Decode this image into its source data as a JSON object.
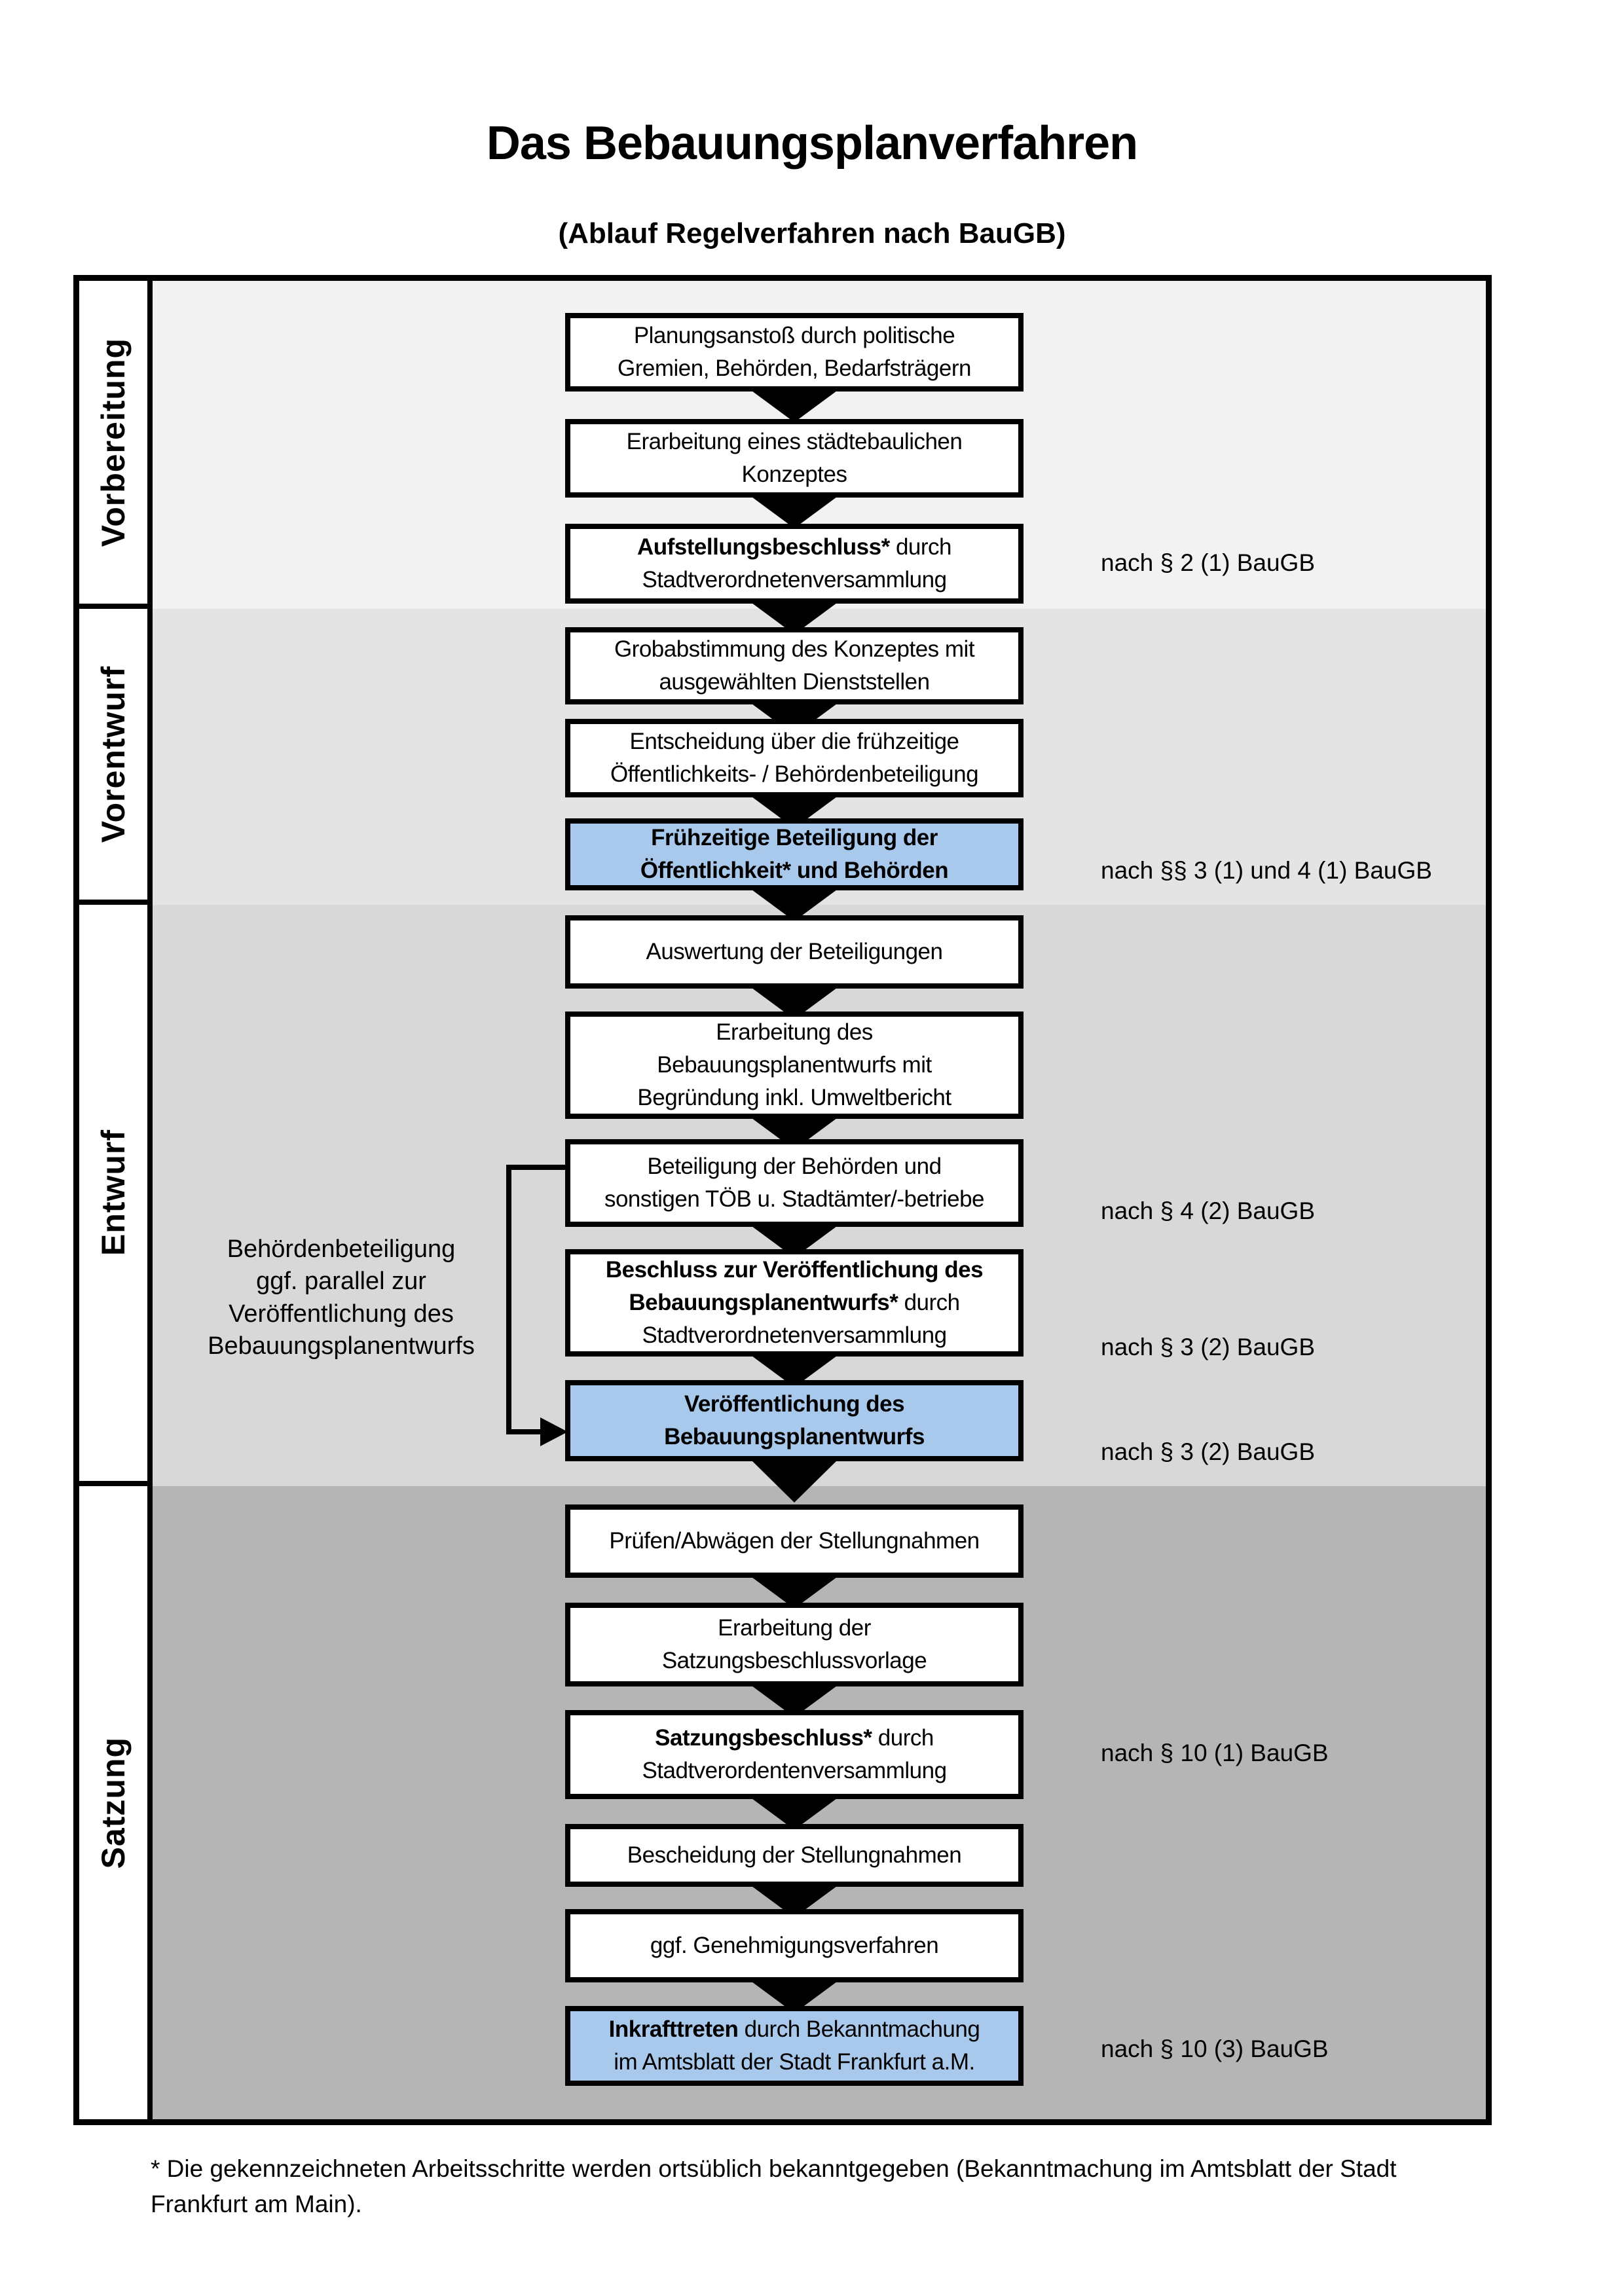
{
  "title": "Das Bebauungsplanverfahren",
  "subtitle": "(Ablauf Regelverfahren nach BauGB)",
  "phases": [
    {
      "label": "Vorbereitung"
    },
    {
      "label": "Vorentwurf"
    },
    {
      "label": "Entwurf"
    },
    {
      "label": "Satzung"
    }
  ],
  "boxes": [
    {
      "bold": "",
      "rest": "Planungsanstoß durch politische\nGremien, Behörden, Bedarfsträgern",
      "style": "white",
      "phase": "Vorbereitung"
    },
    {
      "bold": "",
      "rest": "Erarbeitung eines städtebaulichen\nKonzeptes",
      "style": "white",
      "phase": "Vorbereitung"
    },
    {
      "bold": "Aufstellungsbeschluss*",
      "rest": " durch\nStadtverordnetenversammlung",
      "style": "white",
      "phase": "Vorbereitung"
    },
    {
      "bold": "",
      "rest": "Grobabstimmung des Konzeptes mit\nausgewählten Dienststellen",
      "style": "white",
      "phase": "Vorentwurf"
    },
    {
      "bold": "",
      "rest": "Entscheidung über die frühzeitige\nÖffentlichkeits- / Behördenbeteiligung",
      "style": "white",
      "phase": "Vorentwurf"
    },
    {
      "bold": "Frühzeitige Beteiligung der\nÖffentlichkeit* und Behörden",
      "rest": "",
      "style": "blue",
      "phase": "Vorentwurf"
    },
    {
      "bold": "",
      "rest": "Auswertung der Beteiligungen",
      "style": "white",
      "phase": "Entwurf"
    },
    {
      "bold": "",
      "rest": "Erarbeitung des\nBebauungsplanentwurfs mit\nBegründung inkl. Umweltbericht",
      "style": "white",
      "phase": "Entwurf"
    },
    {
      "bold": "",
      "rest": "Beteiligung der Behörden und\nsonstigen TÖB u. Stadtämter/-betriebe",
      "style": "white",
      "phase": "Entwurf"
    },
    {
      "bold": "Beschluss zur Veröffentlichung des\nBebauungsplanentwurfs*",
      "rest": " durch\nStadtverordnetenversammlung",
      "style": "white",
      "phase": "Entwurf"
    },
    {
      "bold": "Veröffentlichung des\nBebauungsplanentwurfs",
      "rest": "",
      "style": "blue",
      "phase": "Entwurf"
    },
    {
      "bold": "",
      "rest": "Prüfen/Abwägen der Stellungnahmen",
      "style": "white",
      "phase": "Satzung"
    },
    {
      "bold": "",
      "rest": "Erarbeitung der\nSatzungsbeschlussvorlage",
      "style": "white",
      "phase": "Satzung"
    },
    {
      "bold": "Satzungsbeschluss*",
      "rest": " durch\nStadtverordentenversammlung",
      "style": "white",
      "phase": "Satzung"
    },
    {
      "bold": "",
      "rest": "Bescheidung der Stellungnahmen",
      "style": "white",
      "phase": "Satzung"
    },
    {
      "bold": "",
      "rest": "ggf. Genehmigungsverfahren",
      "style": "white",
      "phase": "Satzung"
    },
    {
      "bold": "Inkrafttreten",
      "rest": " durch Bekanntmachung\nim Amtsblatt der Stadt Frankfurt a.M.",
      "style": "blue",
      "phase": "Satzung"
    }
  ],
  "refs": [
    {
      "text": "nach § 2 (1) BauGB"
    },
    {
      "text": "nach §§ 3 (1) und 4 (1) BauGB"
    },
    {
      "text": "nach § 4 (2) BauGB"
    },
    {
      "text": "nach § 3 (2) BauGB"
    },
    {
      "text": "nach § 3 (2) BauGB"
    },
    {
      "text": "nach § 10 (1) BauGB"
    },
    {
      "text": "nach § 10 (3) BauGB"
    }
  ],
  "side_note": "Behördenbeteiligung\nggf. parallel zur\nVeröffentlichung des\nBebauungsplanentwurfs",
  "footnote": "* Die gekennzeichneten Arbeitsschritte werden ortsüblich bekanntgegeben (Bekanntmachung im Amtsblatt  der Stadt\nFrankfurt am Main).",
  "colors": {
    "band_vorbereitung": "#f2f2f2",
    "band_vorentwurf": "#e4e4e4",
    "band_entwurf": "#d8d8d8",
    "band_satzung": "#b5b5b5",
    "highlight_blue": "#a8c9ec",
    "line_black": "#000000"
  }
}
